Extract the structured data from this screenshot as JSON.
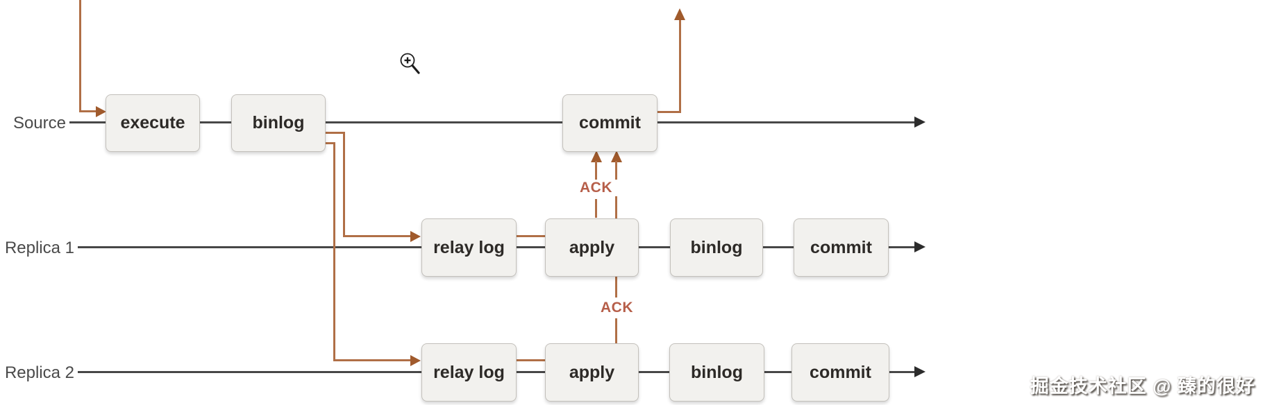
{
  "diagram": {
    "rows": [
      {
        "label": "Source",
        "boxes": [
          "execute",
          "binlog",
          "commit"
        ]
      },
      {
        "label": "Replica 1",
        "boxes": [
          "relay log",
          "apply",
          "binlog",
          "commit"
        ]
      },
      {
        "label": "Replica 2",
        "boxes": [
          "relay log",
          "apply",
          "binlog",
          "commit"
        ]
      }
    ],
    "ack_labels": [
      "ACK",
      "ACK"
    ],
    "flows": [
      "incoming transaction arrow into Source execute",
      "Source binlog fans out down to Replica 1 relay log",
      "Source binlog fans out down to Replica 2 relay log",
      "relay log feeds apply on each replica",
      "Replica 1 apply sends ACK up to Source commit (dashed)",
      "Replica 2 apply sends ACK up to Source commit (solid)",
      "Source commit returns upward to client",
      "each timeline ends in a right arrowhead"
    ],
    "colors": {
      "arrow_orange": "#b06f46",
      "arrowhead_orange": "#a05a2c",
      "row_line": "#474747",
      "row_arrowhead": "#2c2c2c",
      "box_fill": "#f2f1ee",
      "box_border": "#c3c0bb",
      "box_text": "#2d2a27",
      "row_label": "#4a4a4a",
      "ack_text": "#b65e49"
    }
  },
  "icons": {
    "zoom_cursor": "zoom-in-magnifier"
  },
  "watermark": {
    "text": "掘金技术社区 @ 臻的很好"
  }
}
